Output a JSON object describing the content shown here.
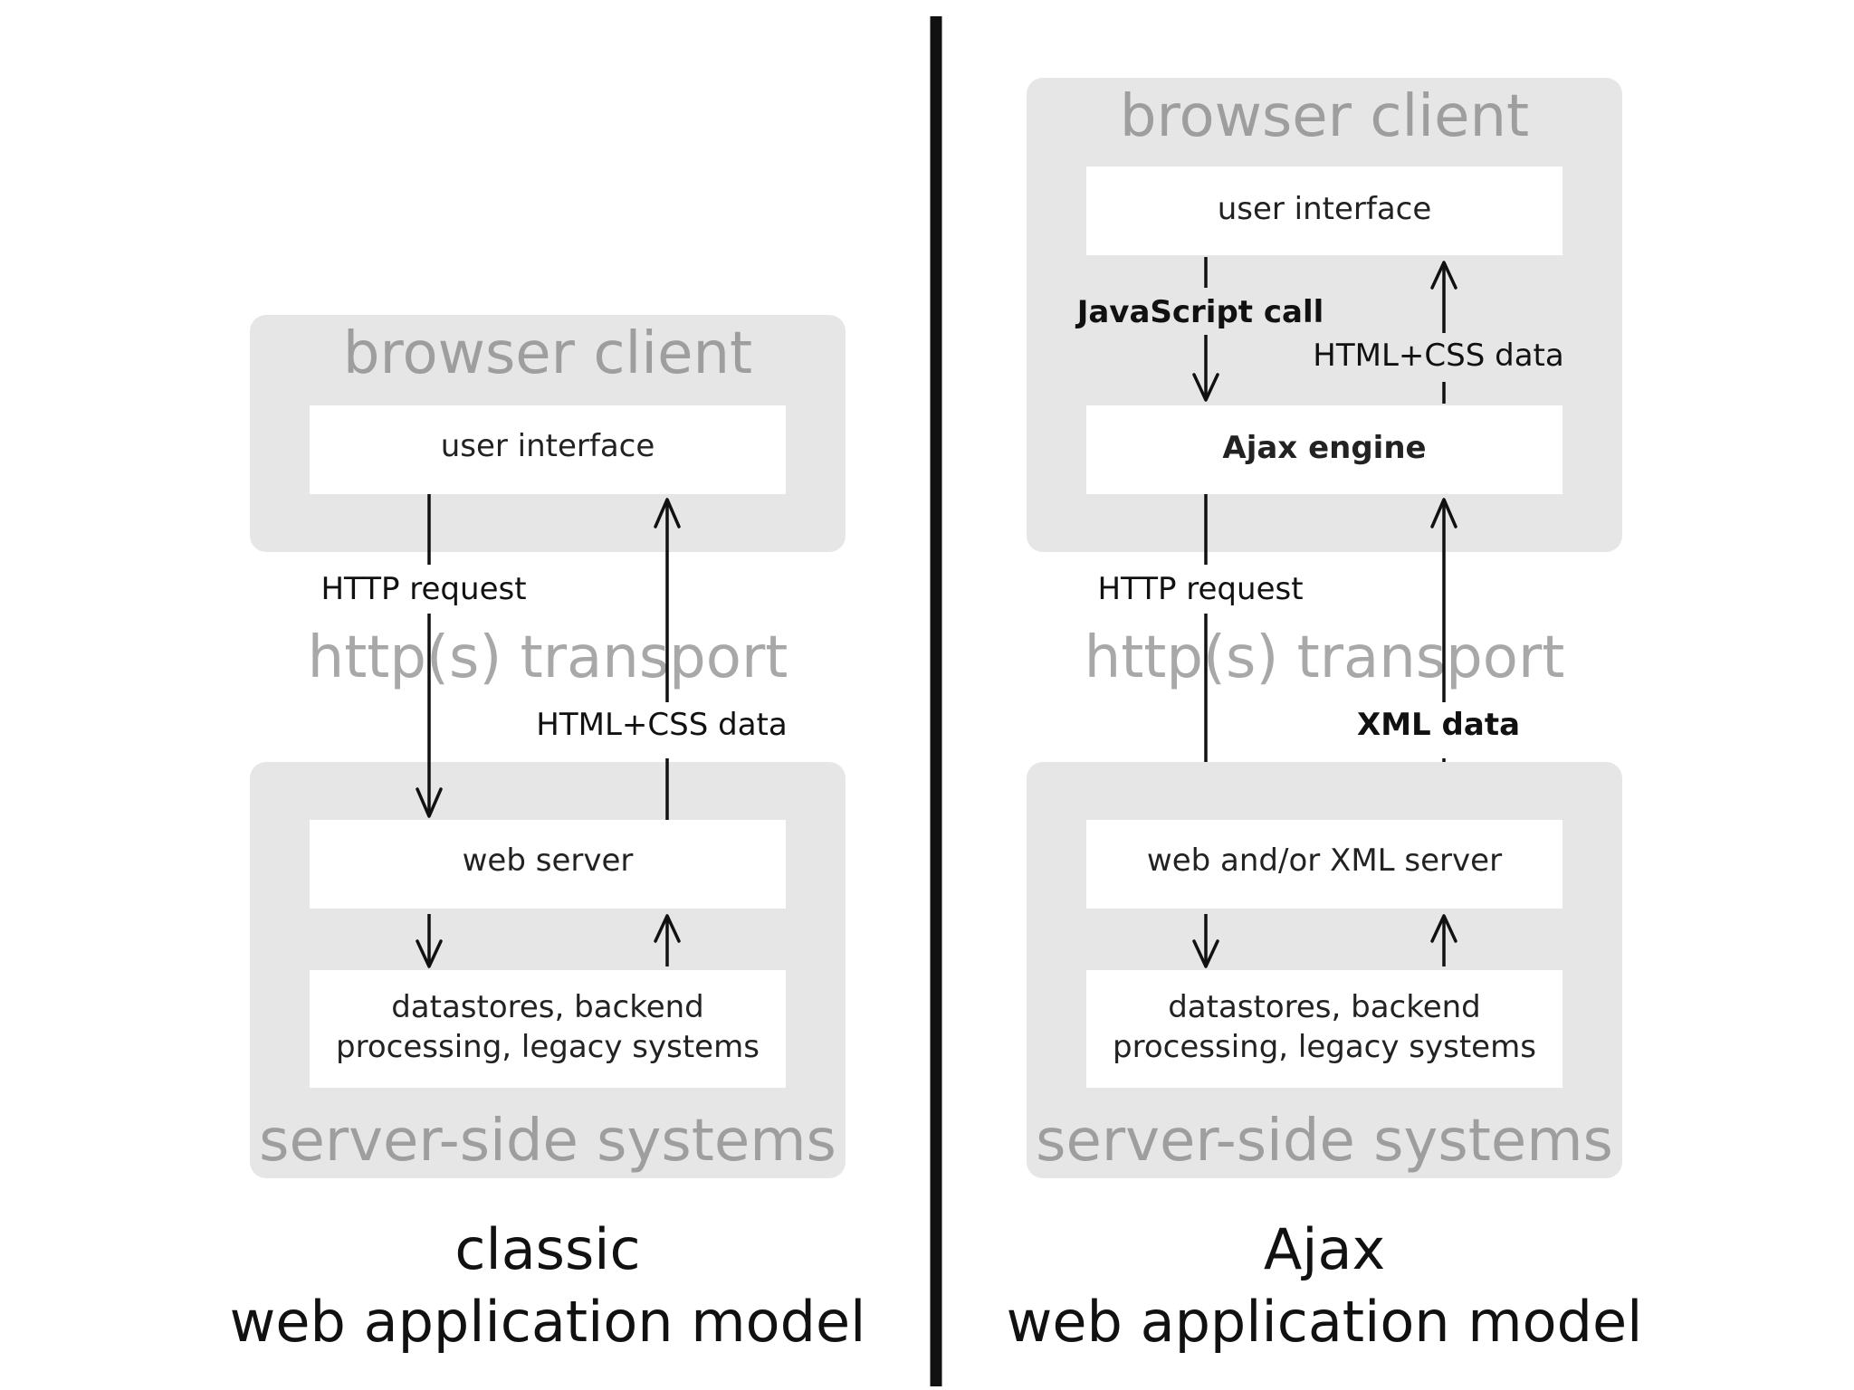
{
  "classic": {
    "browser_client_title": "browser client",
    "user_interface": "user interface",
    "http_request": "HTTP request",
    "transport": "http(s) transport",
    "html_css_data": "HTML+CSS data",
    "web_server": "web server",
    "datastores_line1": "datastores, backend",
    "datastores_line2": "processing, legacy systems",
    "server_side_title": "server-side systems",
    "model_title_line1": "classic",
    "model_title_line2": "web application model"
  },
  "ajax": {
    "browser_client_title": "browser client",
    "user_interface": "user interface",
    "javascript_call": "JavaScript call",
    "html_css_data": "HTML+CSS data",
    "ajax_engine": "Ajax engine",
    "http_request": "HTTP request",
    "transport": "http(s) transport",
    "xml_data": "XML data",
    "web_xml_server": "web and/or XML server",
    "datastores_line1": "datastores, backend",
    "datastores_line2": "processing, legacy systems",
    "server_side_title": "server-side systems",
    "model_title_line1": "Ajax",
    "model_title_line2": "web application model"
  }
}
